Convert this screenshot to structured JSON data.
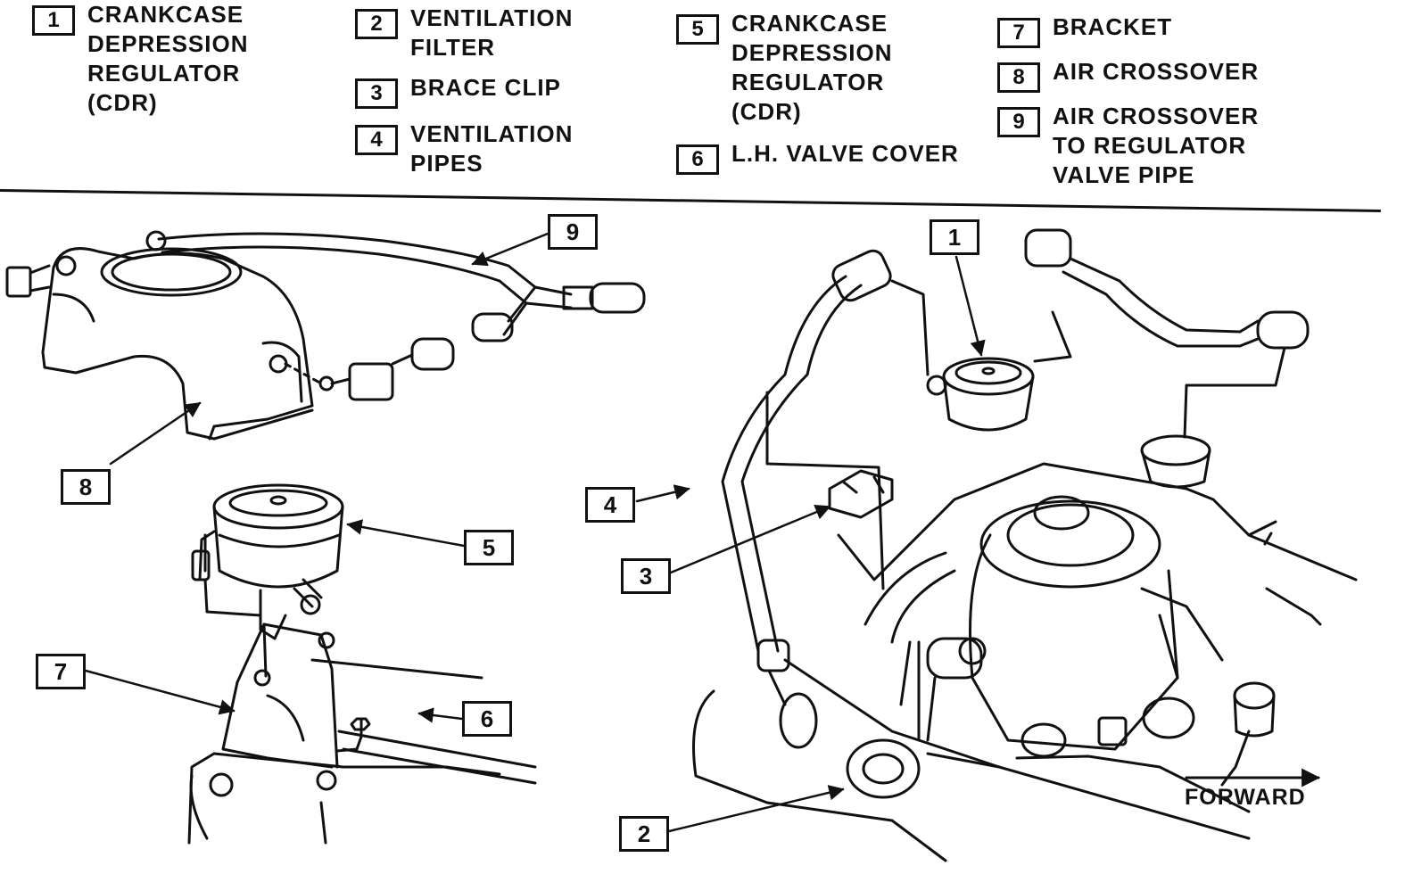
{
  "legend": [
    {
      "num": "1",
      "label": "CRANKCASE\nDEPRESSION\nREGULATOR\n(CDR)"
    },
    {
      "num": "2",
      "label": "VENTILATION\nFILTER"
    },
    {
      "num": "3",
      "label": "BRACE CLIP"
    },
    {
      "num": "4",
      "label": "VENTILATION\nPIPES"
    },
    {
      "num": "5",
      "label": "CRANKCASE\nDEPRESSION\nREGULATOR\n(CDR)"
    },
    {
      "num": "6",
      "label": "L.H. VALVE COVER"
    },
    {
      "num": "7",
      "label": "BRACKET"
    },
    {
      "num": "8",
      "label": "AIR CROSSOVER"
    },
    {
      "num": "9",
      "label": "AIR CROSSOVER\nTO REGULATOR\nVALVE PIPE"
    }
  ],
  "callouts": {
    "c1": "1",
    "c2": "2",
    "c3": "3",
    "c4": "4",
    "c5": "5",
    "c6": "6",
    "c7": "7",
    "c8": "8",
    "c9": "9"
  },
  "direction_label": "FORWARD",
  "colors": {
    "ink": "#111111",
    "paper": "#ffffff"
  }
}
